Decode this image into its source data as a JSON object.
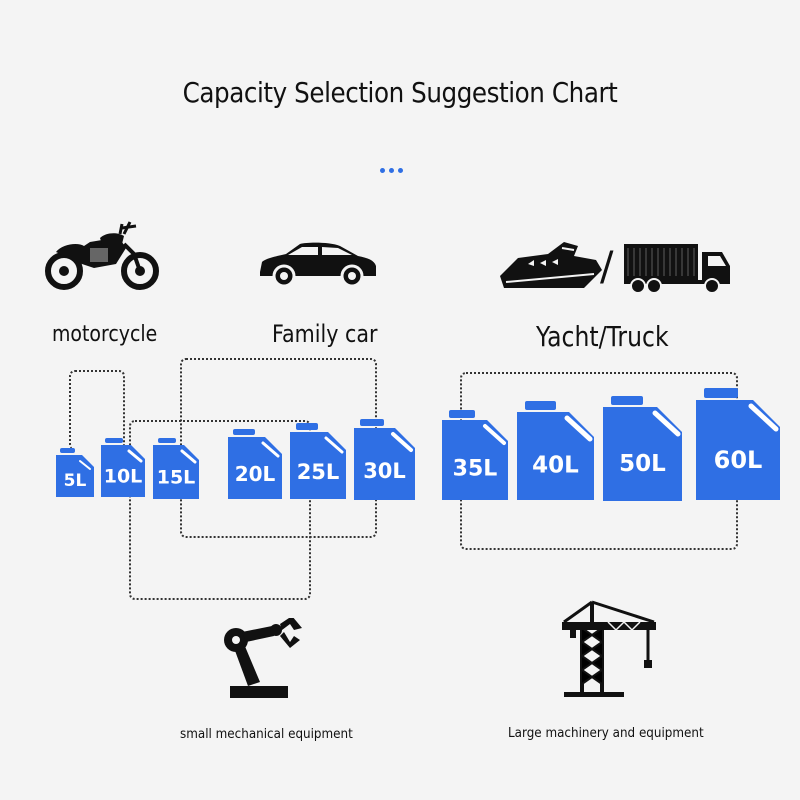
{
  "title": "Capacity Selection Suggestion Chart",
  "accent_color": "#2f6fe4",
  "categories": {
    "motorcycle": {
      "label": "motorcycle",
      "icon": "motorcycle-icon"
    },
    "family_car": {
      "label": "Family car",
      "icon": "car-icon"
    },
    "yacht_truck": {
      "label": "Yacht/Truck",
      "icon": "yacht-truck-icon",
      "separator": "/"
    }
  },
  "capacities": [
    "5L",
    "10L",
    "15L",
    "20L",
    "25L",
    "30L",
    "35L",
    "40L",
    "50L",
    "60L"
  ],
  "equipment": {
    "small": {
      "label": "small mechanical equipment",
      "icon": "robot-arm-icon"
    },
    "large": {
      "label": "Large machinery and equipment",
      "icon": "crane-icon"
    }
  }
}
